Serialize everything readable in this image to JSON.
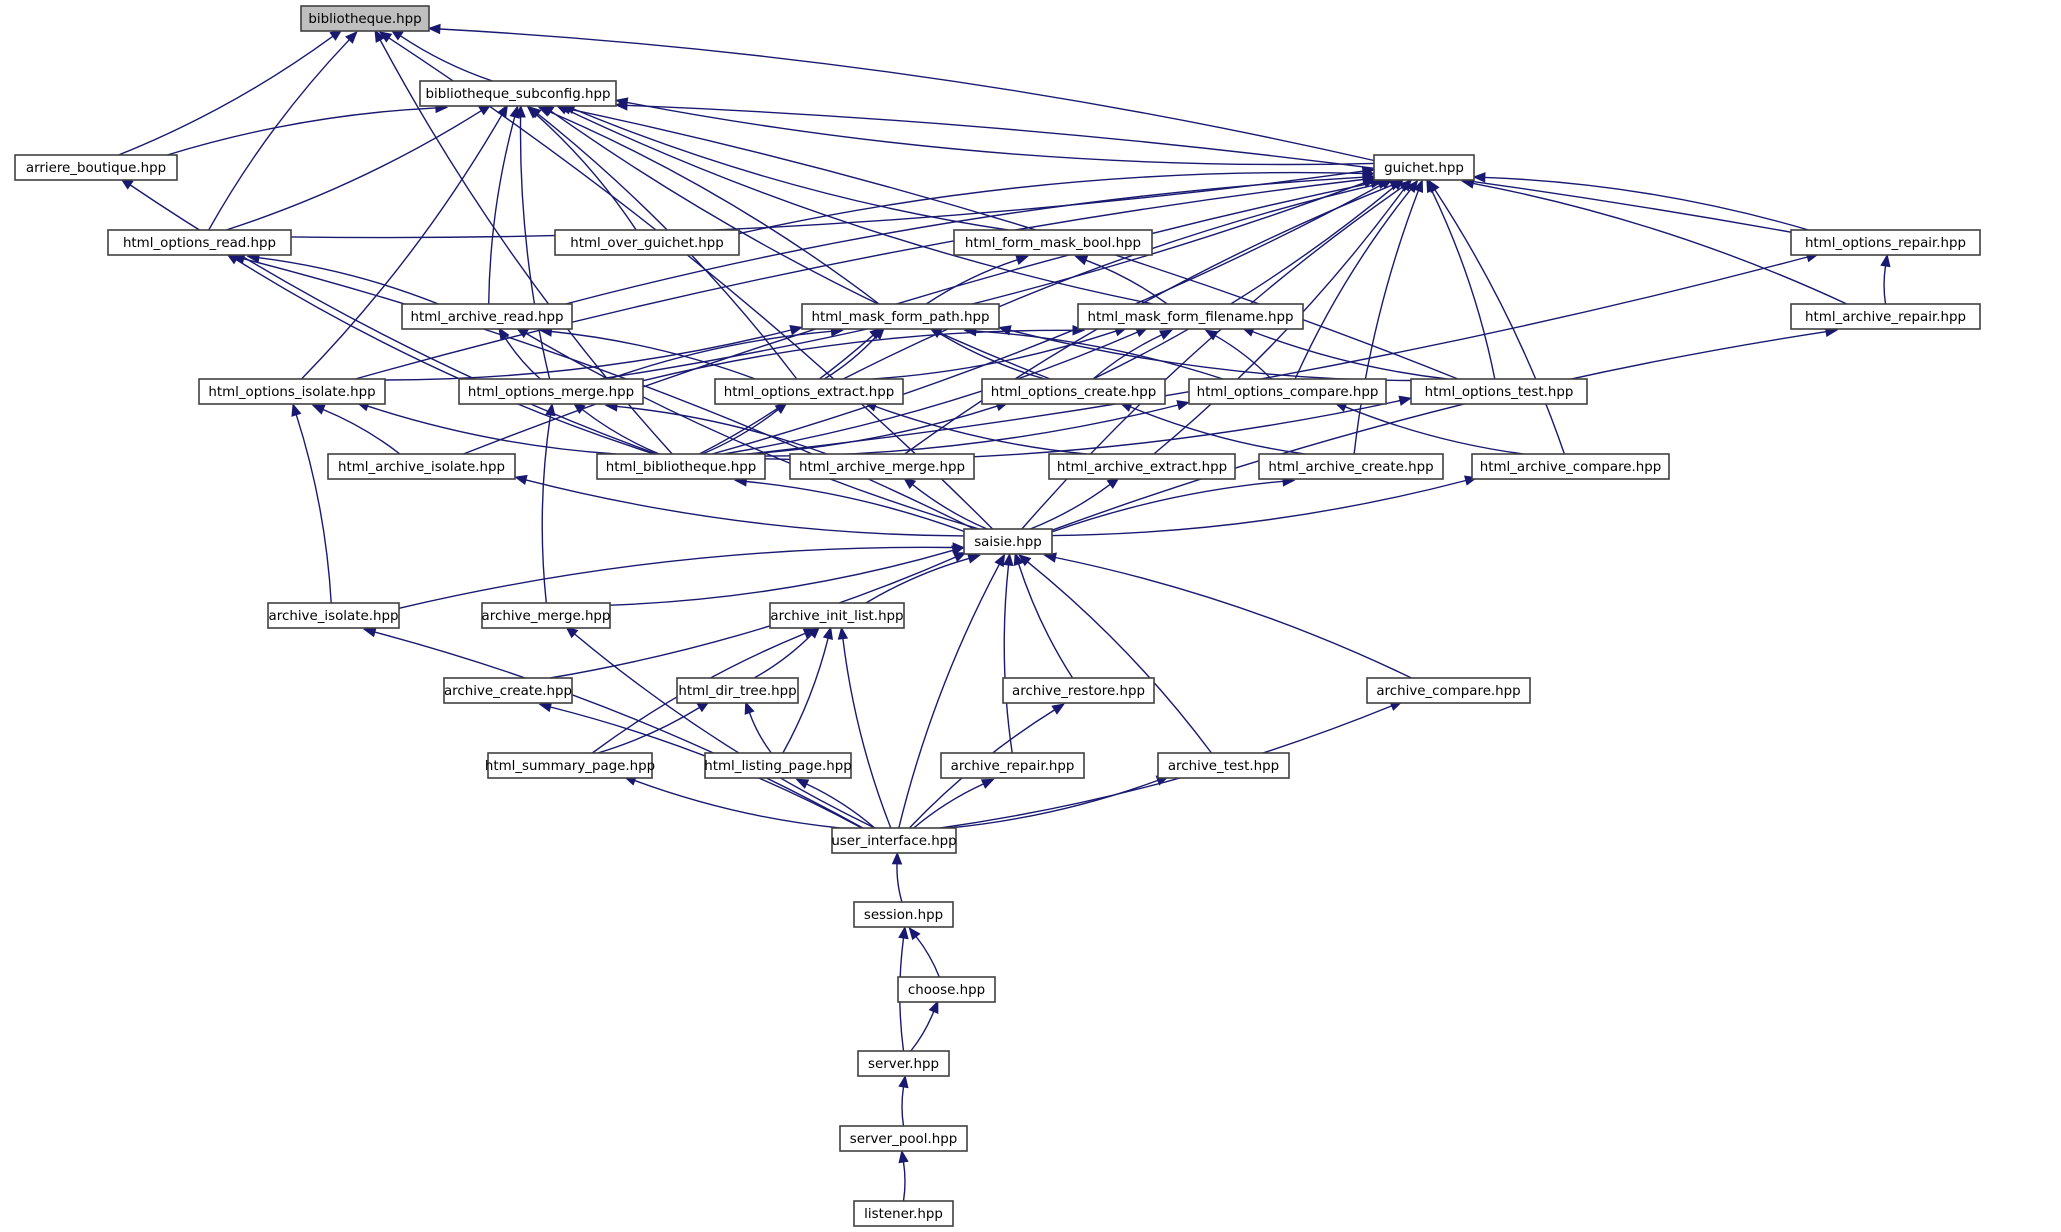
{
  "graph": {
    "title": "bibliotheque.hpp",
    "kind": "included-by dependency graph",
    "colors": {
      "edge": "#191970",
      "node_border": "#404040",
      "root_fill": "#bfbfbf",
      "node_fill": "#ffffff"
    },
    "nodes": [
      {
        "id": "bibliotheque",
        "label": "bibliotheque.hpp",
        "root": true
      },
      {
        "id": "bibliotheque_subconfig",
        "label": "bibliotheque_subconfig.hpp"
      },
      {
        "id": "arriere_boutique",
        "label": "arriere_boutique.hpp"
      },
      {
        "id": "guichet",
        "label": "guichet.hpp"
      },
      {
        "id": "html_options_read",
        "label": "html_options_read.hpp"
      },
      {
        "id": "html_over_guichet",
        "label": "html_over_guichet.hpp"
      },
      {
        "id": "html_form_mask_bool",
        "label": "html_form_mask_bool.hpp"
      },
      {
        "id": "html_options_repair",
        "label": "html_options_repair.hpp"
      },
      {
        "id": "html_archive_read",
        "label": "html_archive_read.hpp"
      },
      {
        "id": "html_mask_form_path",
        "label": "html_mask_form_path.hpp"
      },
      {
        "id": "html_mask_form_filename",
        "label": "html_mask_form_filename.hpp"
      },
      {
        "id": "html_archive_repair",
        "label": "html_archive_repair.hpp"
      },
      {
        "id": "html_options_isolate",
        "label": "html_options_isolate.hpp"
      },
      {
        "id": "html_options_merge",
        "label": "html_options_merge.hpp"
      },
      {
        "id": "html_options_extract",
        "label": "html_options_extract.hpp"
      },
      {
        "id": "html_options_create",
        "label": "html_options_create.hpp"
      },
      {
        "id": "html_options_compare",
        "label": "html_options_compare.hpp"
      },
      {
        "id": "html_options_test",
        "label": "html_options_test.hpp"
      },
      {
        "id": "html_archive_isolate",
        "label": "html_archive_isolate.hpp"
      },
      {
        "id": "html_bibliotheque",
        "label": "html_bibliotheque.hpp"
      },
      {
        "id": "html_archive_merge",
        "label": "html_archive_merge.hpp"
      },
      {
        "id": "html_archive_extract",
        "label": "html_archive_extract.hpp"
      },
      {
        "id": "html_archive_create",
        "label": "html_archive_create.hpp"
      },
      {
        "id": "html_archive_compare",
        "label": "html_archive_compare.hpp"
      },
      {
        "id": "saisie",
        "label": "saisie.hpp"
      },
      {
        "id": "archive_isolate",
        "label": "archive_isolate.hpp"
      },
      {
        "id": "archive_merge",
        "label": "archive_merge.hpp"
      },
      {
        "id": "archive_init_list",
        "label": "archive_init_list.hpp"
      },
      {
        "id": "archive_create",
        "label": "archive_create.hpp"
      },
      {
        "id": "html_dir_tree",
        "label": "html_dir_tree.hpp"
      },
      {
        "id": "archive_restore",
        "label": "archive_restore.hpp"
      },
      {
        "id": "archive_compare",
        "label": "archive_compare.hpp"
      },
      {
        "id": "html_summary_page",
        "label": "html_summary_page.hpp"
      },
      {
        "id": "html_listing_page",
        "label": "html_listing_page.hpp"
      },
      {
        "id": "archive_repair",
        "label": "archive_repair.hpp"
      },
      {
        "id": "archive_test",
        "label": "archive_test.hpp"
      },
      {
        "id": "user_interface",
        "label": "user_interface.hpp"
      },
      {
        "id": "session",
        "label": "session.hpp"
      },
      {
        "id": "choose",
        "label": "choose.hpp"
      },
      {
        "id": "server",
        "label": "server.hpp"
      },
      {
        "id": "server_pool",
        "label": "server_pool.hpp"
      },
      {
        "id": "listener",
        "label": "listener.hpp"
      }
    ],
    "edges": [
      [
        "bibliotheque_subconfig",
        "bibliotheque"
      ],
      [
        "arriere_boutique",
        "bibliotheque"
      ],
      [
        "html_options_read",
        "bibliotheque"
      ],
      [
        "guichet",
        "bibliotheque"
      ],
      [
        "html_bibliotheque",
        "bibliotheque"
      ],
      [
        "saisie",
        "bibliotheque"
      ],
      [
        "arriere_boutique",
        "bibliotheque_subconfig"
      ],
      [
        "html_options_read",
        "bibliotheque_subconfig"
      ],
      [
        "guichet",
        "bibliotheque_subconfig"
      ],
      [
        "html_over_guichet",
        "bibliotheque_subconfig"
      ],
      [
        "html_form_mask_bool",
        "bibliotheque_subconfig"
      ],
      [
        "html_options_repair",
        "bibliotheque_subconfig"
      ],
      [
        "html_archive_read",
        "bibliotheque_subconfig"
      ],
      [
        "html_mask_form_path",
        "bibliotheque_subconfig"
      ],
      [
        "html_mask_form_filename",
        "bibliotheque_subconfig"
      ],
      [
        "html_options_isolate",
        "bibliotheque_subconfig"
      ],
      [
        "html_options_merge",
        "bibliotheque_subconfig"
      ],
      [
        "html_options_extract",
        "bibliotheque_subconfig"
      ],
      [
        "html_options_create",
        "bibliotheque_subconfig"
      ],
      [
        "html_options_test",
        "bibliotheque_subconfig"
      ],
      [
        "html_bibliotheque",
        "arriere_boutique"
      ],
      [
        "html_options_read",
        "guichet"
      ],
      [
        "html_over_guichet",
        "guichet"
      ],
      [
        "html_options_repair",
        "guichet"
      ],
      [
        "html_archive_read",
        "guichet"
      ],
      [
        "html_archive_repair",
        "guichet"
      ],
      [
        "html_options_isolate",
        "guichet"
      ],
      [
        "html_options_merge",
        "guichet"
      ],
      [
        "html_options_extract",
        "guichet"
      ],
      [
        "html_options_create",
        "guichet"
      ],
      [
        "html_options_compare",
        "guichet"
      ],
      [
        "html_options_test",
        "guichet"
      ],
      [
        "html_archive_isolate",
        "guichet"
      ],
      [
        "html_bibliotheque",
        "guichet"
      ],
      [
        "html_archive_merge",
        "guichet"
      ],
      [
        "html_archive_extract",
        "guichet"
      ],
      [
        "html_archive_create",
        "guichet"
      ],
      [
        "html_archive_compare",
        "guichet"
      ],
      [
        "saisie",
        "guichet"
      ],
      [
        "html_archive_read",
        "html_options_read"
      ],
      [
        "html_bibliotheque",
        "html_options_read"
      ],
      [
        "saisie",
        "html_options_read"
      ],
      [
        "html_mask_form_path",
        "html_form_mask_bool"
      ],
      [
        "html_mask_form_filename",
        "html_form_mask_bool"
      ],
      [
        "html_archive_repair",
        "html_options_repair"
      ],
      [
        "html_bibliotheque",
        "html_options_repair"
      ],
      [
        "html_options_merge",
        "html_archive_read"
      ],
      [
        "html_options_extract",
        "html_archive_read"
      ],
      [
        "saisie",
        "html_archive_read"
      ],
      [
        "html_options_isolate",
        "html_mask_form_path"
      ],
      [
        "html_options_merge",
        "html_mask_form_path"
      ],
      [
        "html_options_extract",
        "html_mask_form_path"
      ],
      [
        "html_options_create",
        "html_mask_form_path"
      ],
      [
        "html_options_compare",
        "html_mask_form_path"
      ],
      [
        "html_options_test",
        "html_mask_form_path"
      ],
      [
        "html_bibliotheque",
        "html_mask_form_path"
      ],
      [
        "html_options_merge",
        "html_mask_form_filename"
      ],
      [
        "html_options_extract",
        "html_mask_form_filename"
      ],
      [
        "html_options_create",
        "html_mask_form_filename"
      ],
      [
        "html_options_compare",
        "html_mask_form_filename"
      ],
      [
        "html_options_test",
        "html_mask_form_filename"
      ],
      [
        "html_bibliotheque",
        "html_mask_form_filename"
      ],
      [
        "saisie",
        "html_archive_repair"
      ],
      [
        "html_archive_isolate",
        "html_options_isolate"
      ],
      [
        "html_bibliotheque",
        "html_options_isolate"
      ],
      [
        "archive_isolate",
        "html_options_isolate"
      ],
      [
        "html_bibliotheque",
        "html_options_merge"
      ],
      [
        "html_archive_merge",
        "html_options_merge"
      ],
      [
        "archive_merge",
        "html_options_merge"
      ],
      [
        "html_bibliotheque",
        "html_options_extract"
      ],
      [
        "html_archive_extract",
        "html_options_extract"
      ],
      [
        "html_bibliotheque",
        "html_options_create"
      ],
      [
        "html_archive_create",
        "html_options_create"
      ],
      [
        "html_bibliotheque",
        "html_options_compare"
      ],
      [
        "html_archive_compare",
        "html_options_compare"
      ],
      [
        "html_bibliotheque",
        "html_options_test"
      ],
      [
        "saisie",
        "html_archive_isolate"
      ],
      [
        "saisie",
        "html_bibliotheque"
      ],
      [
        "saisie",
        "html_archive_merge"
      ],
      [
        "saisie",
        "html_archive_extract"
      ],
      [
        "saisie",
        "html_archive_create"
      ],
      [
        "saisie",
        "html_archive_compare"
      ],
      [
        "archive_isolate",
        "saisie"
      ],
      [
        "archive_merge",
        "saisie"
      ],
      [
        "archive_init_list",
        "saisie"
      ],
      [
        "archive_create",
        "saisie"
      ],
      [
        "archive_restore",
        "saisie"
      ],
      [
        "archive_compare",
        "saisie"
      ],
      [
        "archive_repair",
        "saisie"
      ],
      [
        "archive_test",
        "saisie"
      ],
      [
        "user_interface",
        "saisie"
      ],
      [
        "html_dir_tree",
        "archive_init_list"
      ],
      [
        "html_summary_page",
        "archive_init_list"
      ],
      [
        "html_listing_page",
        "archive_init_list"
      ],
      [
        "user_interface",
        "archive_init_list"
      ],
      [
        "html_summary_page",
        "html_dir_tree"
      ],
      [
        "html_listing_page",
        "html_dir_tree"
      ],
      [
        "user_interface",
        "archive_isolate"
      ],
      [
        "user_interface",
        "archive_merge"
      ],
      [
        "user_interface",
        "archive_create"
      ],
      [
        "user_interface",
        "archive_restore"
      ],
      [
        "user_interface",
        "archive_compare"
      ],
      [
        "user_interface",
        "html_summary_page"
      ],
      [
        "user_interface",
        "html_listing_page"
      ],
      [
        "user_interface",
        "archive_repair"
      ],
      [
        "user_interface",
        "archive_test"
      ],
      [
        "session",
        "user_interface"
      ],
      [
        "choose",
        "session"
      ],
      [
        "server",
        "session"
      ],
      [
        "server",
        "choose"
      ],
      [
        "server_pool",
        "server"
      ],
      [
        "listener",
        "server_pool"
      ]
    ]
  }
}
